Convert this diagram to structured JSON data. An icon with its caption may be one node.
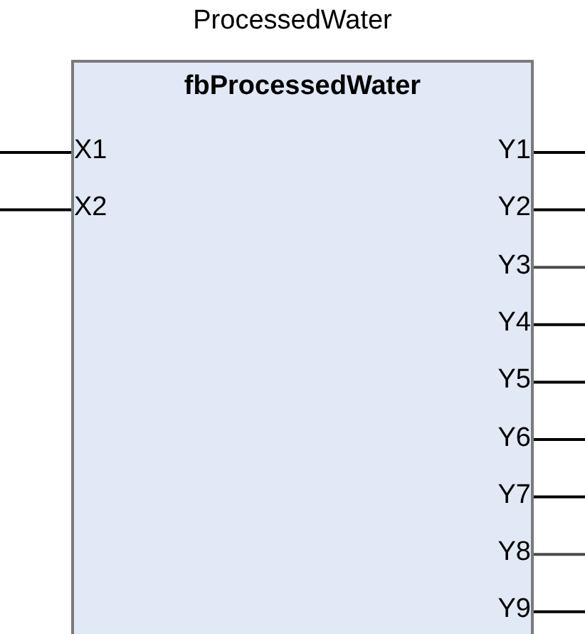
{
  "diagram": {
    "nodes": [
      {
        "text": [
          "ProcessedWater",
          "fbProcessedWater"
        ]
      },
      {
        "text": [
          "X1"
        ],
        "in": 0
      },
      {
        "text": [
          "X2"
        ],
        "in": 0
      },
      {
        "text": [
          "Y1"
        ],
        "in": 0
      },
      {
        "text": [
          "Y2"
        ],
        "in": 0
      },
      {
        "text": [
          "Y3"
        ],
        "in": 0
      },
      {
        "text": [
          "Y4"
        ],
        "in": 0
      },
      {
        "text": [
          "Y5"
        ],
        "in": 0
      },
      {
        "text": [
          "Y6"
        ],
        "in": 0
      },
      {
        "text": [
          "Y7"
        ],
        "in": 0
      },
      {
        "text": [
          "Y8"
        ],
        "in": 0
      },
      {
        "text": [
          "Y9"
        ],
        "in": 0
      }
    ],
    "edges": [
      {
        "from": null,
        "to": 1,
        "arrow": "none"
      },
      {
        "from": null,
        "to": 2,
        "arrow": "none"
      },
      {
        "from": 3,
        "to": null,
        "arrow": "none"
      },
      {
        "from": 4,
        "to": null,
        "arrow": "none"
      },
      {
        "from": 5,
        "to": null,
        "arrow": "none",
        "color": "#4a4a4a"
      },
      {
        "from": 6,
        "to": null,
        "arrow": "none"
      },
      {
        "from": 7,
        "to": null,
        "arrow": "none"
      },
      {
        "from": 8,
        "to": null,
        "arrow": "none"
      },
      {
        "from": 9,
        "to": null,
        "arrow": "none"
      },
      {
        "from": 10,
        "to": null,
        "arrow": "none",
        "color": "#4a4a4a"
      },
      {
        "from": 11,
        "to": null,
        "arrow": "none"
      }
    ]
  }
}
